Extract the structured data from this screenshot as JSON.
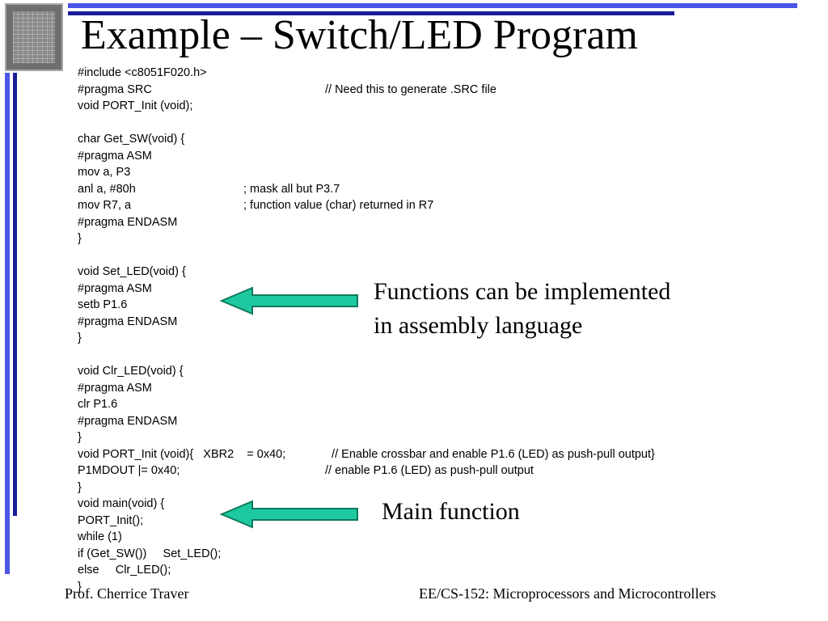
{
  "slide": {
    "title": "Example – Switch/LED Program",
    "code_lines": [
      {
        "c1": "#include <c8051F020.h>",
        "c2": "",
        "c3": ""
      },
      {
        "c1": "#pragma SRC",
        "c2": "",
        "c3": "// Need this to generate .SRC file"
      },
      {
        "c1": "void PORT_Init (void);",
        "c2": "",
        "c3": ""
      },
      {
        "c1": "",
        "c2": "",
        "c3": ""
      },
      {
        "c1": "char Get_SW(void) {",
        "c2": "",
        "c3": ""
      },
      {
        "c1": "#pragma ASM",
        "c2": "",
        "c3": ""
      },
      {
        "c1": "mov a, P3",
        "c2": "",
        "c3": ""
      },
      {
        "c1": "anl a, #80h",
        "c2": "; mask all but P3.7",
        "c3": ""
      },
      {
        "c1": "mov R7, a",
        "c2": "; function value (char) returned in R7",
        "c3": ""
      },
      {
        "c1": "#pragma ENDASM",
        "c2": "",
        "c3": ""
      },
      {
        "c1": "}",
        "c2": "",
        "c3": ""
      },
      {
        "c1": "",
        "c2": "",
        "c3": ""
      },
      {
        "c1": "void Set_LED(void) {",
        "c2": "",
        "c3": ""
      },
      {
        "c1": "#pragma ASM",
        "c2": "",
        "c3": ""
      },
      {
        "c1": "setb P1.6",
        "c2": "",
        "c3": ""
      },
      {
        "c1": "#pragma ENDASM",
        "c2": "",
        "c3": ""
      },
      {
        "c1": "}",
        "c2": "",
        "c3": ""
      },
      {
        "c1": "",
        "c2": "",
        "c3": ""
      },
      {
        "c1": "void Clr_LED(void) {",
        "c2": "",
        "c3": ""
      },
      {
        "c1": "#pragma ASM",
        "c2": "",
        "c3": ""
      },
      {
        "c1": "clr P1.6",
        "c2": "",
        "c3": ""
      },
      {
        "c1": "#pragma ENDASM",
        "c2": "",
        "c3": ""
      },
      {
        "c1": "}",
        "c2": "",
        "c3": ""
      },
      {
        "c1": "void PORT_Init (void){   XBR2    = 0x40;",
        "c2": "",
        "c3": "  // Enable crossbar and enable P1.6 (LED) as push-pull output}"
      },
      {
        "c1": "P1MDOUT |= 0x40;",
        "c2": "",
        "c3": "// enable P1.6 (LED) as push-pull output"
      },
      {
        "c1": "}",
        "c2": "",
        "c3": ""
      },
      {
        "c1": "void main(void) {",
        "c2": "",
        "c3": ""
      },
      {
        "c1": "PORT_Init();",
        "c2": "",
        "c3": ""
      },
      {
        "c1": "while (1)",
        "c2": "",
        "c3": ""
      },
      {
        "c1": "if (Get_SW())     Set_LED();",
        "c2": "",
        "c3": ""
      },
      {
        "c1": "else     Clr_LED();",
        "c2": "",
        "c3": ""
      },
      {
        "c1": "}",
        "c2": "",
        "c3": ""
      }
    ],
    "callout_asm": {
      "line1": "Functions can be implemented",
      "line2": "in assembly language"
    },
    "callout_main": "Main function",
    "footer_left": "Prof. Cherrice Traver",
    "footer_right": "EE/CS-152: Microprocessors and Microcontrollers",
    "colors": {
      "accent_bar": "#4a56e8",
      "dark_bar": "#1b1d9a",
      "arrow_fill": "#1ec8a0"
    }
  }
}
